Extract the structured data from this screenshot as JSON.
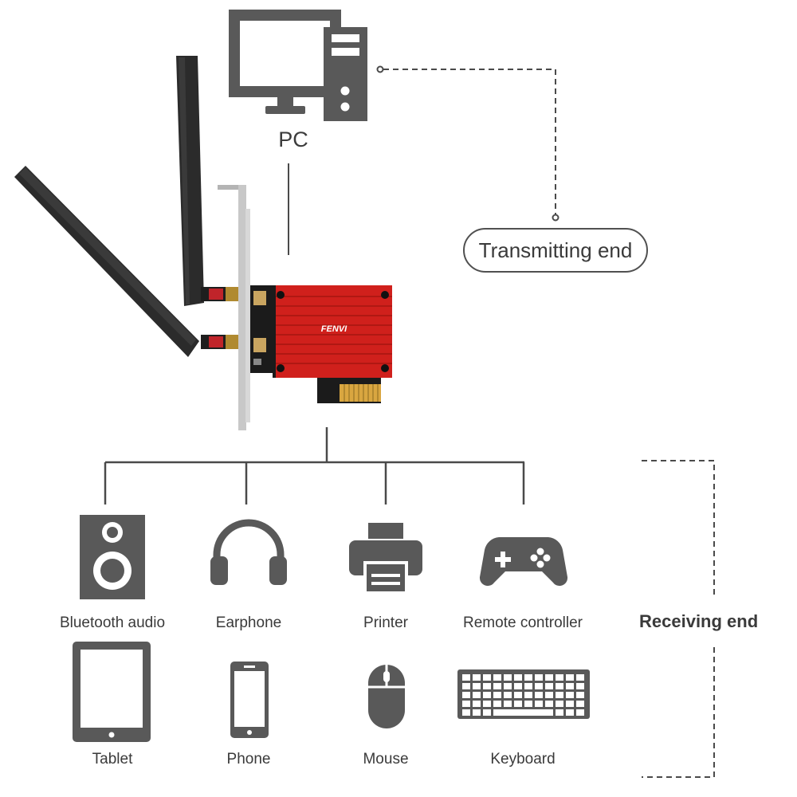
{
  "pc": {
    "label": "PC"
  },
  "transmitting_end": {
    "label": "Transmitting end"
  },
  "receiving_end": {
    "label": "Receiving end"
  },
  "card": {
    "brand": "FENVI"
  },
  "devices": [
    {
      "label": "Bluetooth audio",
      "icon": "speaker-icon"
    },
    {
      "label": "Earphone",
      "icon": "headphones-icon"
    },
    {
      "label": "Printer",
      "icon": "printer-icon"
    },
    {
      "label": "Remote controller",
      "icon": "gamepad-icon"
    },
    {
      "label": "Tablet",
      "icon": "tablet-icon"
    },
    {
      "label": "Phone",
      "icon": "phone-icon"
    },
    {
      "label": "Mouse",
      "icon": "mouse-icon"
    },
    {
      "label": "Keyboard",
      "icon": "keyboard-icon"
    }
  ],
  "colors": {
    "icon": "#595959",
    "line": "#4a4a4a",
    "card": "#d0201c",
    "antenna": "#2b2b2b"
  }
}
